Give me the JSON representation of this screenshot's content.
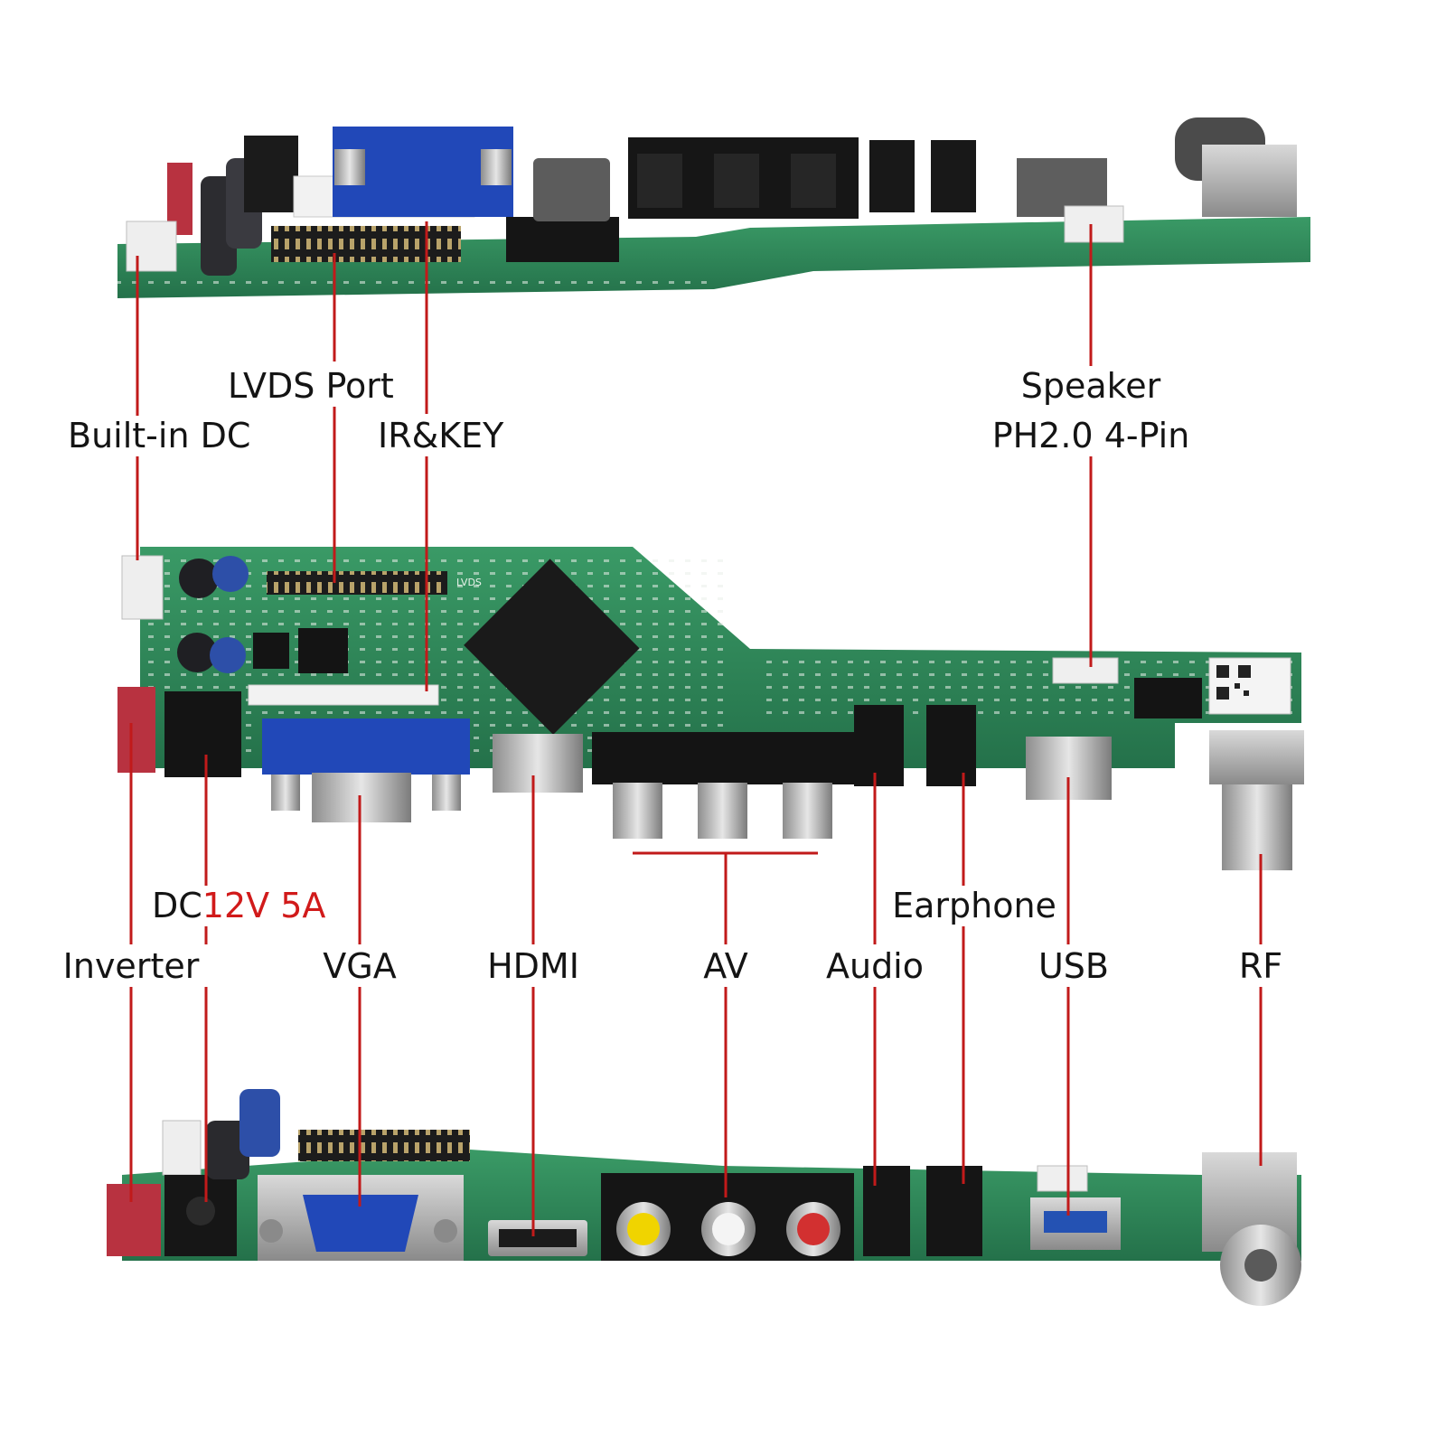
{
  "colors": {
    "pcb_green": "#2f8a5a",
    "pcb_dark": "#236b45",
    "leader_red": "#c11a1a",
    "accent_red": "#d11a1a",
    "vga_blue": "#2148b8",
    "label_text": "#141414"
  },
  "labels": {
    "lvds_port": "LVDS Port",
    "built_in_dc": "Built-in DC",
    "ir_key": "IR&KEY",
    "speaker": "Speaker",
    "speaker_spec": "PH2.0 4-Pin",
    "dc_prefix": "DC",
    "dc_rating": "12V 5A",
    "earphone": "Earphone",
    "inverter": "Inverter",
    "vga": "VGA",
    "hdmi": "HDMI",
    "av": "AV",
    "audio": "Audio",
    "usb": "USB",
    "rf": "RF"
  },
  "board": {
    "silkscreen_lvds": "LVDS"
  },
  "icons": {
    "main_chip": "ic-chip-icon",
    "qr_sticker": "qr-code-icon"
  }
}
